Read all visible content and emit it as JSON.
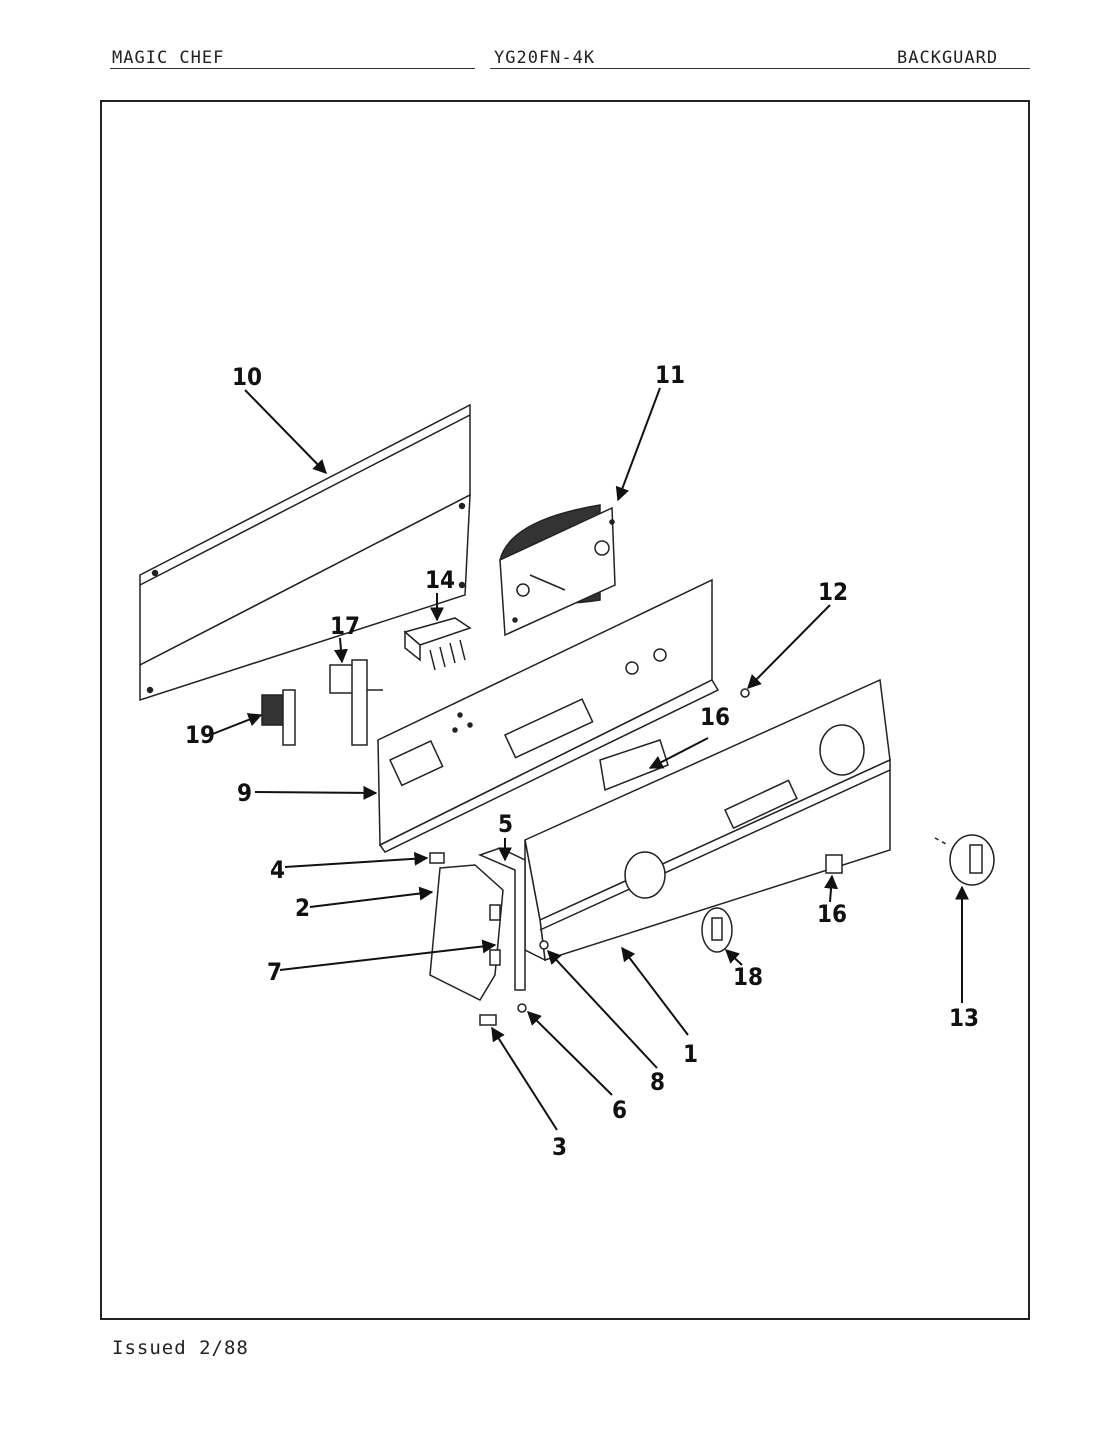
{
  "header": {
    "brand": "MAGIC CHEF",
    "model": "YG20FN-4K",
    "section": "BACKGUARD"
  },
  "footer": {
    "issued": "Issued 2/88"
  },
  "callouts": {
    "c1": "1",
    "c2": "2",
    "c3": "3",
    "c4": "4",
    "c5": "5",
    "c6": "6",
    "c7": "7",
    "c8": "8",
    "c9": "9",
    "c10": "10",
    "c11": "11",
    "c12": "12",
    "c13": "13",
    "c14": "14",
    "c16a": "16",
    "c16b": "16",
    "c17": "17",
    "c18": "18",
    "c19": "19"
  },
  "colors": {
    "ink": "#1a1a1a",
    "paper": "#ffffff"
  }
}
